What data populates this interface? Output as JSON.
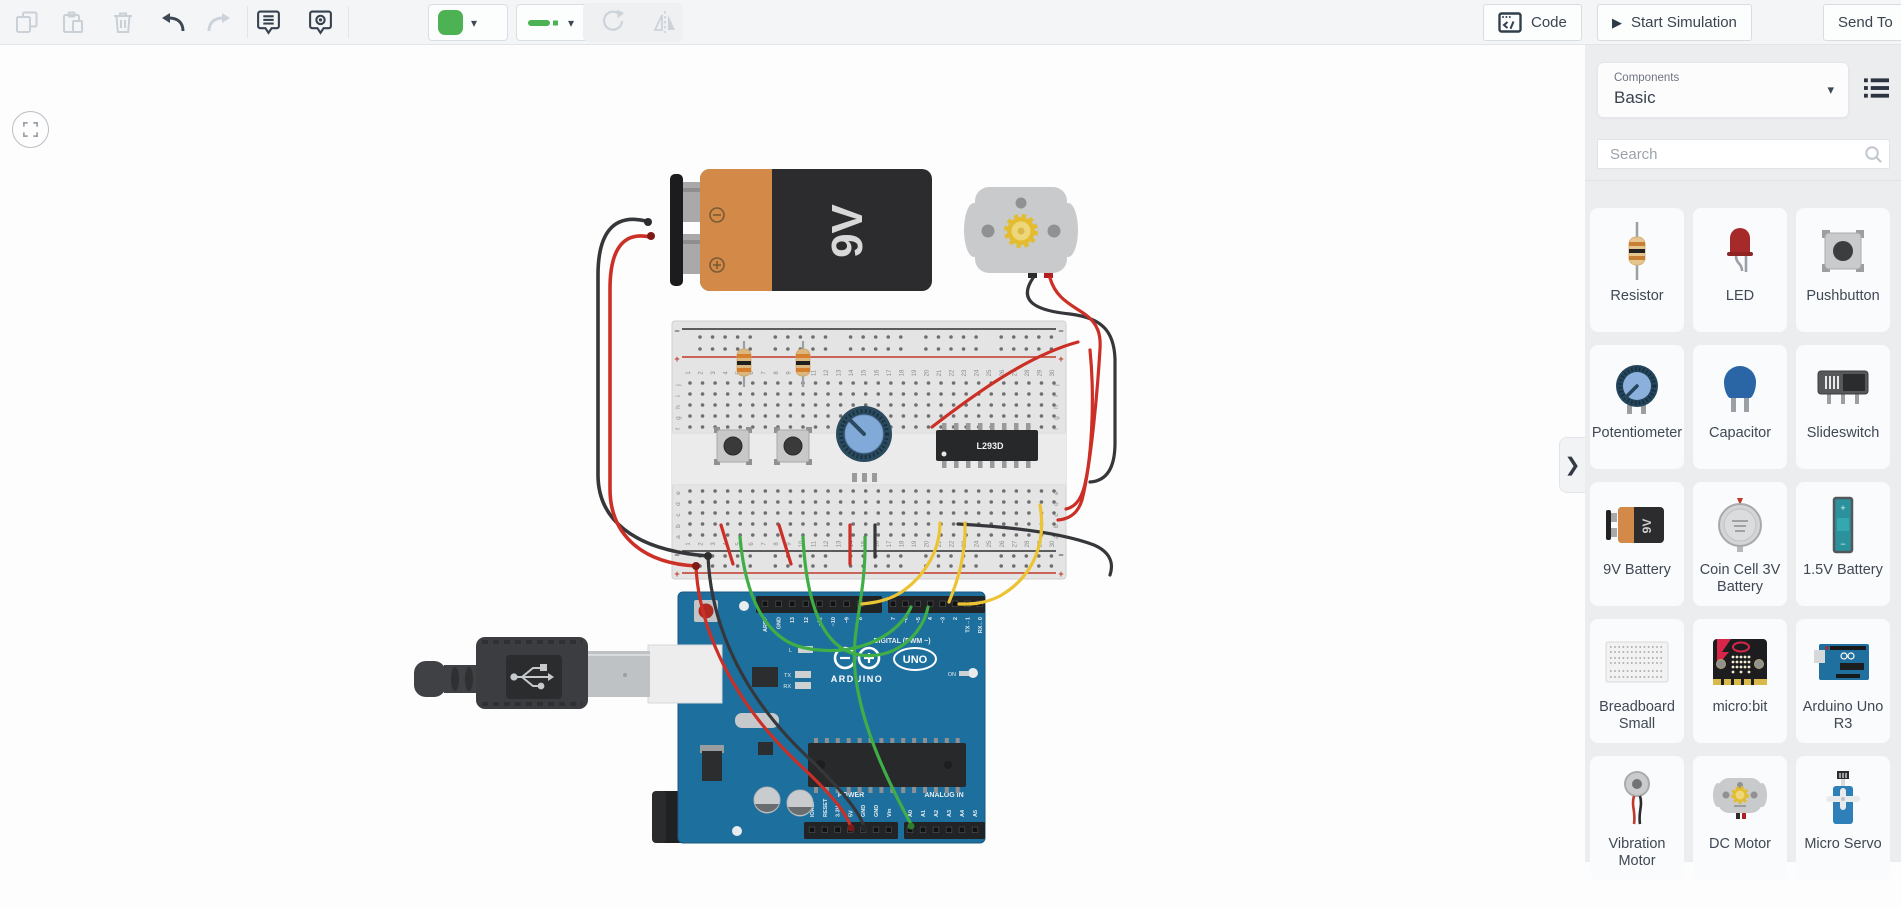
{
  "toolbar": {
    "code": "Code",
    "start_simulation": "Start Simulation",
    "send_to": "Send To"
  },
  "icons": {
    "caret_down": "▾",
    "play": "▶",
    "collapse_chevron": "❯"
  },
  "panel": {
    "components_label": "Components",
    "category": "Basic",
    "search_placeholder": "Search",
    "items": [
      {
        "label": "Resistor"
      },
      {
        "label": "LED"
      },
      {
        "label": "Pushbutton"
      },
      {
        "label": "Potentiometer"
      },
      {
        "label": "Capacitor"
      },
      {
        "label": "Slideswitch"
      },
      {
        "label": "9V Battery"
      },
      {
        "label": "Coin Cell 3V Battery"
      },
      {
        "label": "1.5V Battery"
      },
      {
        "label": "Breadboard Small"
      },
      {
        "label": "micro:bit"
      },
      {
        "label": "Arduino Uno R3"
      },
      {
        "label": "Vibration Motor"
      },
      {
        "label": "DC Motor"
      },
      {
        "label": "Micro Servo"
      }
    ]
  },
  "circuit": {
    "battery_text": "9V",
    "chip_text": "L293D",
    "breadboard": {
      "rail_minus": "−",
      "rail_plus": "+",
      "column_numbers": [
        "1",
        "2",
        "3",
        "4",
        "5",
        "6",
        "7",
        "8",
        "9",
        "10",
        "11",
        "12",
        "13",
        "14",
        "15",
        "16",
        "17",
        "18",
        "19",
        "20",
        "21",
        "22",
        "23",
        "24",
        "25",
        "26",
        "27",
        "28",
        "29",
        "30"
      ],
      "rows_top": [
        "j",
        "i",
        "h",
        "g",
        "f"
      ],
      "rows_bottom": [
        "e",
        "d",
        "c",
        "b",
        "a"
      ]
    },
    "arduino": {
      "brand": "ARDUINO",
      "model": "UNO",
      "digital_header": "DIGITAL (PWM ~)",
      "power_header": "POWER",
      "analog_header": "ANALOG IN",
      "on_label": "ON",
      "led_labels": [
        "L",
        "TX",
        "RX"
      ],
      "digital_pins": [
        "AREF",
        "GND",
        "13",
        "12",
        "~11",
        "~10",
        "~9",
        "8",
        "7",
        "~6",
        "~5",
        "4",
        "~3",
        "2",
        "TX→1",
        "RX←0"
      ],
      "power_pins": [
        "IOREF",
        "RESET",
        "3.3V",
        "5V",
        "GND",
        "GND",
        "Vin"
      ],
      "analog_pins": [
        "A0",
        "A1",
        "A2",
        "A3",
        "A4",
        "A5"
      ]
    }
  }
}
